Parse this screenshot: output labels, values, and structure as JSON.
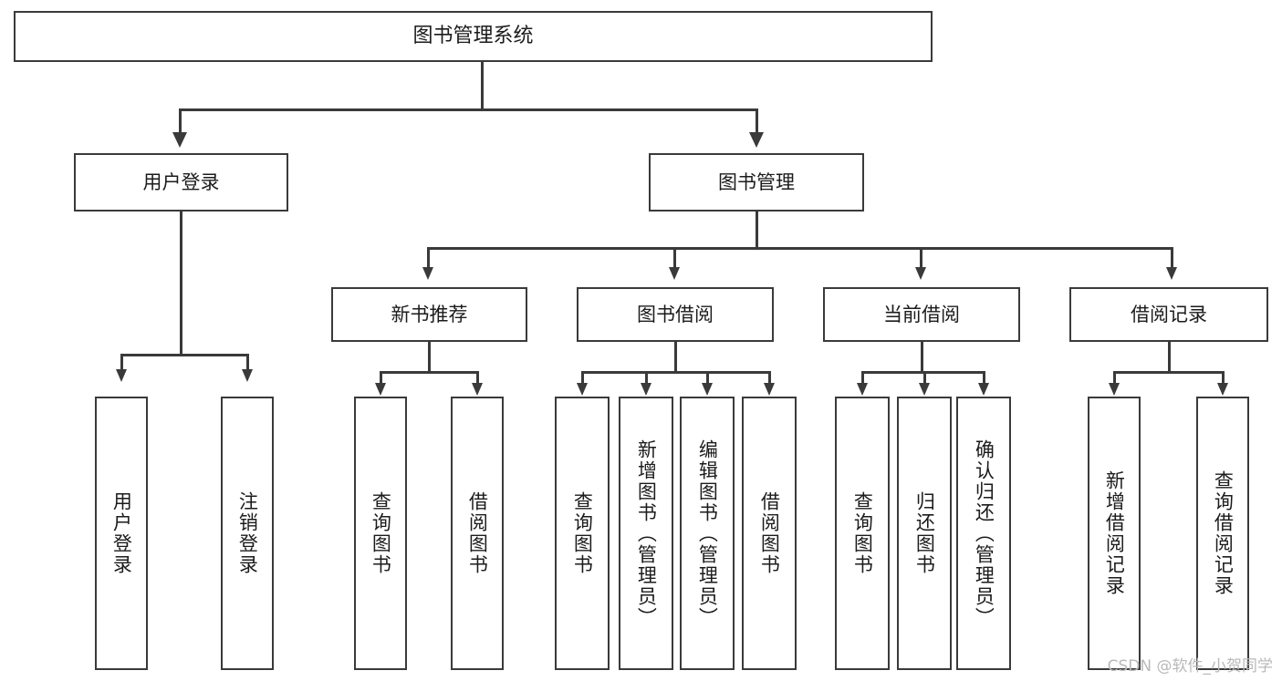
{
  "diagram": {
    "type": "tree-hierarchy",
    "title": "图书管理系统",
    "watermark": "CSDN @软件_小贺同学",
    "colors": {
      "line": "#3a3a3a",
      "box_fill": "#ffffff",
      "text": "#1b1b1b",
      "watermark": "#b9b9b9"
    },
    "levels": {
      "root": {
        "label": "图书管理系统"
      },
      "level2": [
        {
          "label": "用户登录"
        },
        {
          "label": "图书管理"
        }
      ],
      "level3": [
        {
          "label": "新书推荐"
        },
        {
          "label": "图书借阅"
        },
        {
          "label": "当前借阅"
        },
        {
          "label": "借阅记录"
        }
      ],
      "leaves": {
        "user_login": [
          {
            "label": "用户登录"
          },
          {
            "label": "注销登录"
          }
        ],
        "new_book_rec": [
          {
            "label": "查询图书"
          },
          {
            "label": "借阅图书"
          }
        ],
        "book_borrow": [
          {
            "label": "查询图书"
          },
          {
            "label": "新增图书（管理员）"
          },
          {
            "label": "编辑图书（管理员）"
          },
          {
            "label": "借阅图书"
          }
        ],
        "current_borrow": [
          {
            "label": "查询图书"
          },
          {
            "label": "归还图书"
          },
          {
            "label": "确认归还（管理员）"
          }
        ],
        "borrow_record": [
          {
            "label": "新增借阅记录"
          },
          {
            "label": "查询借阅记录"
          }
        ]
      }
    }
  }
}
